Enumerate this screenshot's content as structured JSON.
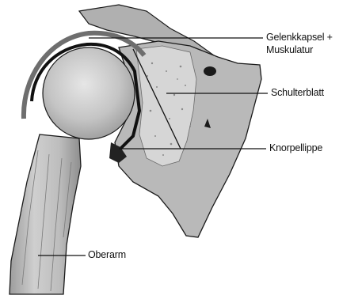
{
  "labels": {
    "capsule_line1": "Gelenkkapsel +",
    "capsule_line2": "Muskulatur",
    "scapula": "Schulterblatt",
    "labrum": "Knorpellippe",
    "humerus": "Oberarm"
  },
  "colors": {
    "bone_fill": "#b9b9b9",
    "bone_light": "#d8d8d8",
    "bone_dark": "#8d8d8d",
    "outline": "#1a1a1a",
    "leader_line": "#111111"
  }
}
